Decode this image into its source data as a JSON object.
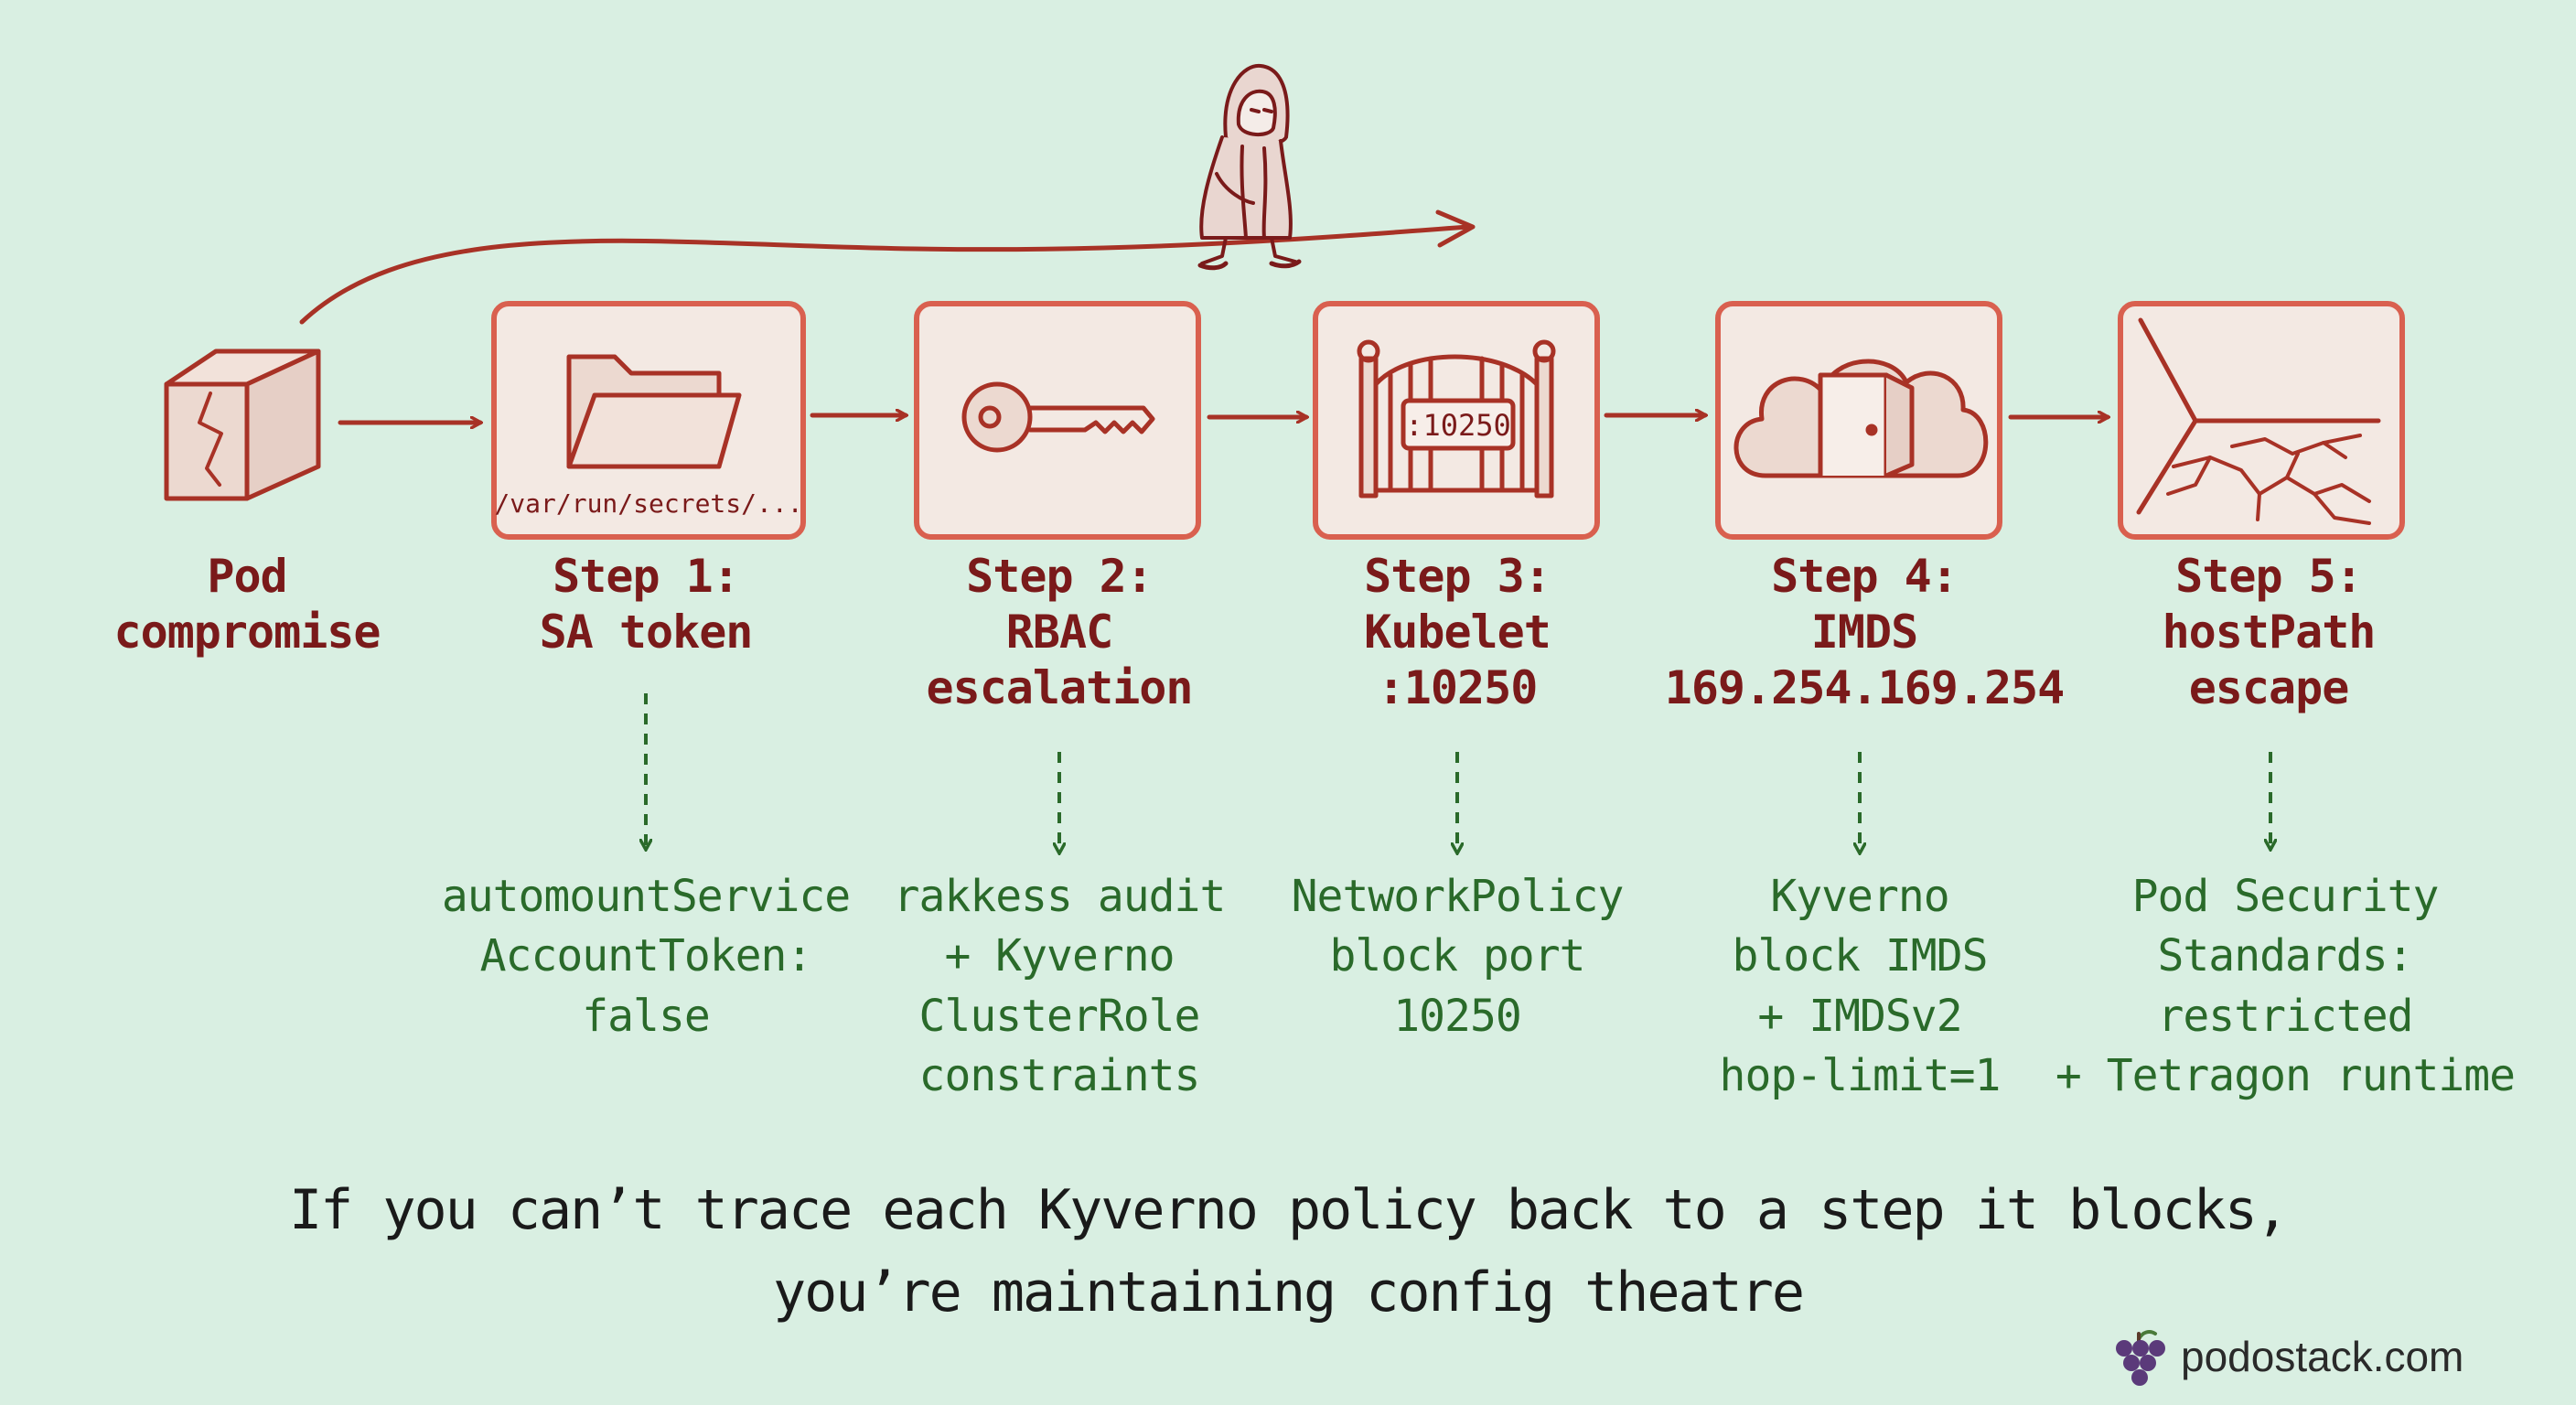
{
  "start": {
    "label_lines": [
      "Pod",
      "compromise"
    ]
  },
  "steps": [
    {
      "label_lines": [
        "Step 1:",
        "SA token"
      ],
      "box_text": "/var/run/secrets/...",
      "icon": "folder-icon",
      "defense_lines": [
        "automountService",
        "AccountToken:",
        "false"
      ]
    },
    {
      "label_lines": [
        "Step 2:",
        "RBAC",
        "escalation"
      ],
      "icon": "key-icon",
      "defense_lines": [
        "rakkess audit",
        "+ Kyverno",
        "ClusterRole",
        "constraints"
      ]
    },
    {
      "label_lines": [
        "Step 3:",
        "Kubelet",
        ":10250"
      ],
      "box_text": ":10250",
      "icon": "gate-icon",
      "defense_lines": [
        "NetworkPolicy",
        "block port",
        "10250"
      ]
    },
    {
      "label_lines": [
        "Step 4:",
        "IMDS",
        "169.254.169.254"
      ],
      "icon": "cloud-door-icon",
      "defense_lines": [
        "Kyverno",
        "block IMDS",
        "+ IMDSv2",
        "hop-limit=1"
      ]
    },
    {
      "label_lines": [
        "Step 5:",
        "hostPath",
        "escape"
      ],
      "icon": "cracked-floor-icon",
      "defense_lines": [
        "Pod Security",
        "Standards:",
        "restricted",
        "+ Tetragon runtime"
      ]
    }
  ],
  "caption_lines": [
    "If you can’t trace each Kyverno policy back to a step it blocks,",
    "you’re maintaining config theatre"
  ],
  "brand": {
    "text": "podostack.com",
    "icon": "grapes-icon"
  },
  "colors": {
    "background": "#d9efe2",
    "box_stroke": "#d9604f",
    "ink_dark_red": "#7a1a1a",
    "icon_red": "#a83226",
    "defense_green": "#2a6a2a",
    "caption": "#1a1a1a",
    "brand_purple": "#5b3a7a"
  }
}
